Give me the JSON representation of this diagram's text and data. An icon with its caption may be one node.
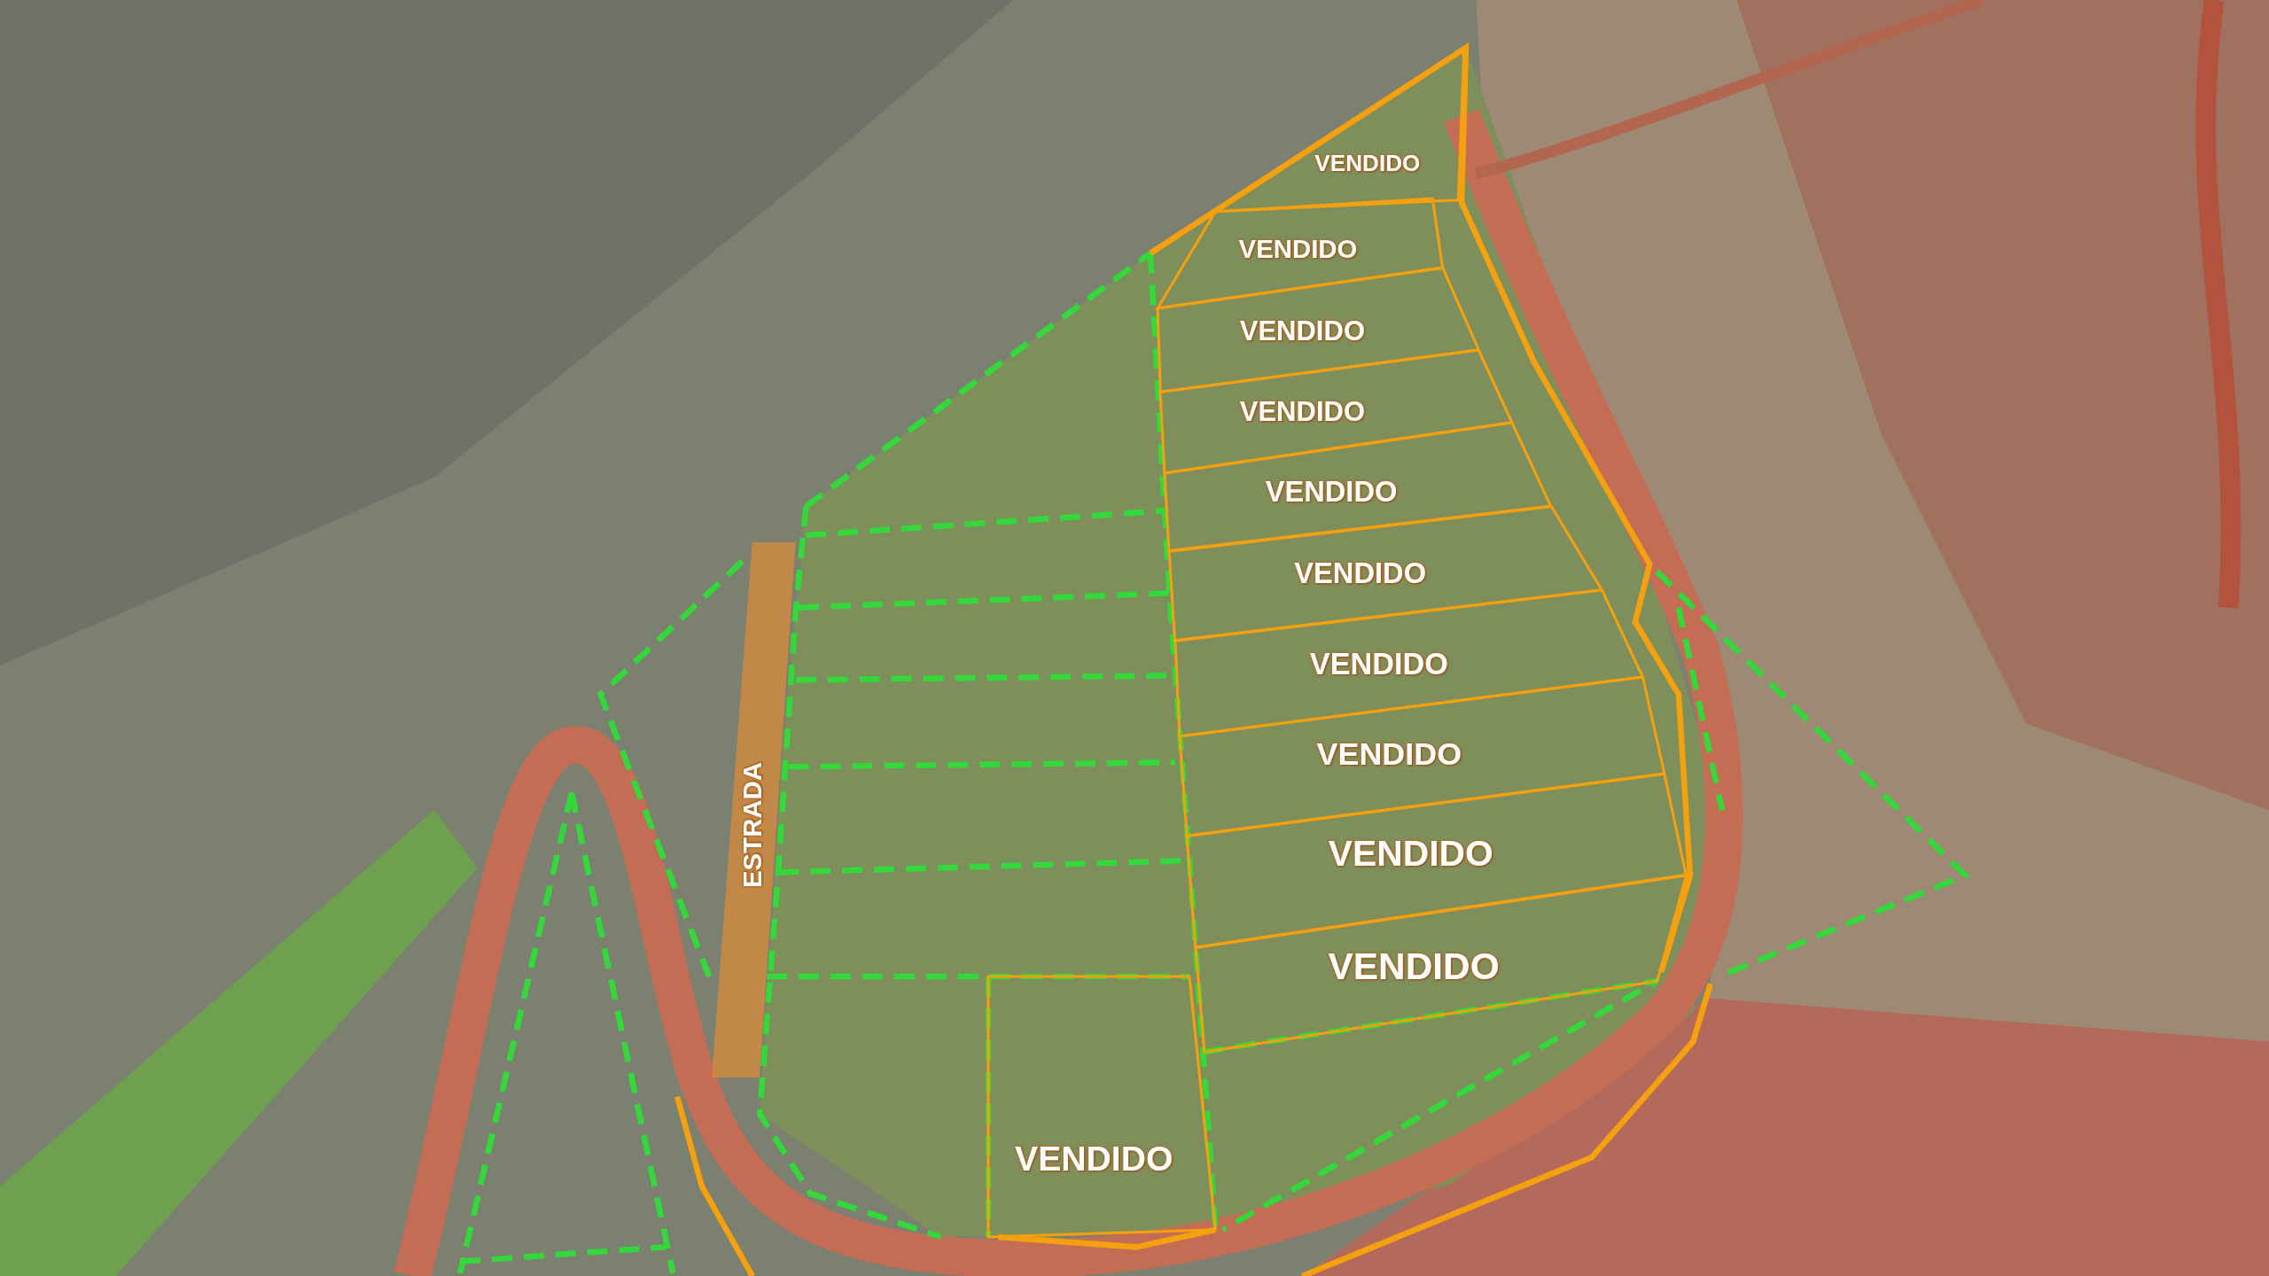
{
  "diagram": {
    "nodes": [
      {
        "text": [
          "VENDIDO"
        ]
      },
      {
        "text": [
          "VENDIDO"
        ]
      },
      {
        "text": [
          "VENDIDO"
        ]
      },
      {
        "text": [
          "VENDIDO"
        ]
      },
      {
        "text": [
          "VENDIDO"
        ]
      },
      {
        "text": [
          "VENDIDO"
        ]
      },
      {
        "text": [
          "VENDIDO"
        ]
      },
      {
        "text": [
          "VENDIDO"
        ]
      },
      {
        "text": [
          "VENDIDO"
        ]
      },
      {
        "text": [
          "VENDIDO"
        ]
      },
      {
        "text": [
          "VENDIDO"
        ]
      },
      {
        "text": [
          "ESTRADA"
        ]
      }
    ]
  }
}
